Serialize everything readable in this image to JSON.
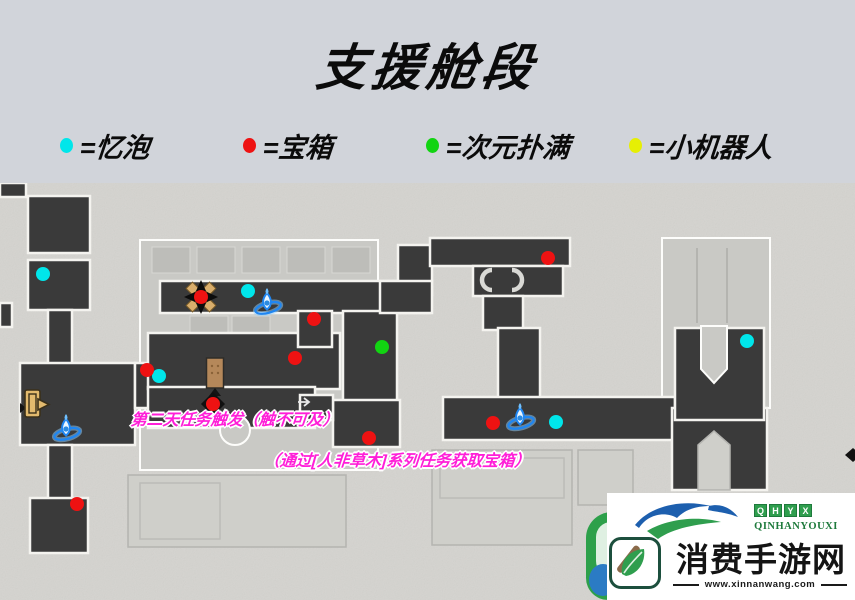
{
  "title": "支援舱段",
  "legend": {
    "items": [
      {
        "name": "memory-bubble",
        "label": "=忆泡",
        "color": "#00e6ea"
      },
      {
        "name": "chest",
        "label": "=宝箱",
        "color": "#ee1212"
      },
      {
        "name": "dimension-bank",
        "label": "=次元扑满",
        "color": "#12d412"
      },
      {
        "name": "robot",
        "label": "=小机器人",
        "color": "#e6ef04"
      }
    ]
  },
  "map": {
    "marker_colors": {
      "memory_bubbles": "#00e6ea",
      "chests": "#ee1212",
      "dimension_banks": "#12d412",
      "robots": "#e6ef04"
    },
    "markers": {
      "memory_bubbles": [
        [
          43,
          274
        ],
        [
          248,
          291
        ],
        [
          159,
          376
        ],
        [
          556,
          422
        ],
        [
          747,
          341
        ]
      ],
      "chests": [
        [
          314,
          319
        ],
        [
          295,
          358
        ],
        [
          147,
          370
        ],
        [
          548,
          258
        ],
        [
          77,
          504
        ],
        [
          369,
          438
        ],
        [
          493,
          423
        ]
      ],
      "dimension_banks": [
        [
          382,
          347
        ]
      ],
      "robots": [],
      "anchors": [
        [
          267,
          304
        ],
        [
          66,
          430
        ],
        [
          520,
          419
        ]
      ]
    },
    "icons": {
      "enemy_marker": [
        201,
        297
      ],
      "quest_marker": [
        213,
        404
      ],
      "exit_door": [
        36,
        404
      ],
      "interior_door": [
        215,
        373
      ],
      "edge_arrow": [
        853,
        455
      ],
      "passage_arrow": [
        303,
        402
      ]
    },
    "annotations": [
      {
        "text": "第二天任务触发（触不可及）"
      },
      {
        "text": "（通过[人非草木]系列任务获取宝箱）"
      }
    ]
  },
  "watermark": {
    "site_initials": [
      "Q",
      "H",
      "Y",
      "X"
    ],
    "site_name_latin": "QINHANYOUXI",
    "site_name_cn": "消费手游网",
    "site_url": "www.xinnanwang.com"
  }
}
